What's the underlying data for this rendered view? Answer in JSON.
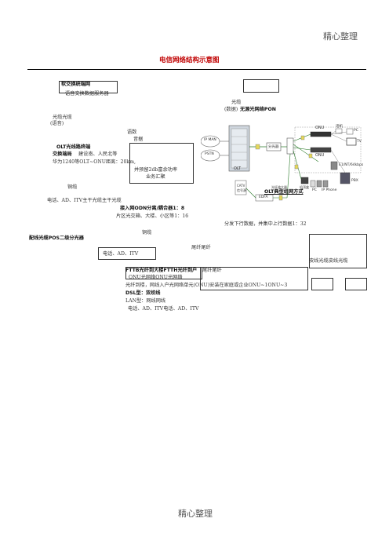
{
  "header": {
    "text": "精心整理"
  },
  "footer": {
    "text": "精心整理"
  },
  "title": "电信网络结构示意图",
  "soft_switch": {
    "label": "软交换统端网",
    "sub": "语音交换数据服务器"
  },
  "fiber_voice": {
    "line1": "光缆光缆",
    "line2": "(语音)"
  },
  "voice_data": {
    "line1": "语数",
    "line2": "音据"
  },
  "olt_terminal": {
    "line1": "OLT光线路终端",
    "line2a": "交换端局",
    "line2b": "建设南、人民北等",
    "line3": "华为1240等OLT~ONU距离：20km,",
    "line4": "并预留2db富余功率",
    "line5": "业务汇聚"
  },
  "copper1": "铜缆",
  "trunk": "电话、AD、ITV主干光缆主干光缆",
  "access": {
    "line1": "接入网ODN分离/耦合器1：8",
    "line2": "片区光交箱、大楼、小区等1：16"
  },
  "split_note": "分发下行数据，并集中上行数据1：32",
  "copper2": "铜缆",
  "secondary": "配线光缆POS二级分光器",
  "tail_fiber": "尾纤尾纤",
  "services_box": "电话、AD、ITV",
  "drop_fiber": "皮线光缆皮线光缆",
  "ftth": {
    "line1": "FTTB光纤到大楼FTTH光纤到户",
    "line1b": "尾纤尾纤",
    "line2": "ONU光网络ONU光网络",
    "line3": "光纤到楼，网线入户光网络单元(ONU)安装在家庭或企业ONU~1ONU~3",
    "line4": "DSL型：双绞线",
    "line5": "LAN型：网线网线",
    "line6": "电话、AD、ITV电话、AD、ITV"
  },
  "pon": {
    "line1": "光缆",
    "line2a": "(数据)",
    "line2b": "无源光网络PON",
    "olt_caption": "OLT典型组网方式"
  },
  "net_labels": {
    "ip_man": "IP MAN",
    "pstn": "PSTN",
    "olt": "OLT",
    "splitter": "分光器",
    "onu_top": "ONU",
    "onu_mid": "ONU",
    "phone": "话机",
    "pc": "PC",
    "tv": "TV",
    "e1": "E1/NT/64kbps",
    "pbx": "PBX",
    "ip_phone": "IP Phone",
    "catv": "CATV",
    "catv_sub": "信号源",
    "edfa": "EDFA",
    "fiber_amp": "光纤放大器",
    "pc2": "PC",
    "stb": "机顶盒"
  }
}
